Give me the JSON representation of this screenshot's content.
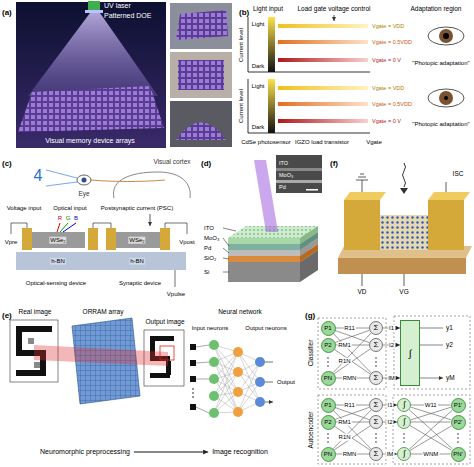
{
  "diagram": {
    "nodes": [
      {
        "text": [
          "(a)"
        ]
      },
      {
        "text": [
          "(b)"
        ]
      },
      {
        "text": [
          "(c)"
        ]
      },
      {
        "text": [
          "(d)"
        ]
      },
      {
        "text": [
          "(e)"
        ]
      },
      {
        "text": [
          "(f)"
        ]
      },
      {
        "text": [
          "(g)"
        ]
      },
      {
        "text": [
          "Neuromorphic preprocessing"
        ],
        "in": 4
      },
      {
        "text": [
          "Image recognition"
        ],
        "in": 4
      },
      {
        "text": [
          "P1"
        ],
        "in": 6
      },
      {
        "text": [
          "P2"
        ],
        "in": 6
      },
      {
        "text": [
          "PN"
        ],
        "in": 6
      },
      {
        "text": [
          "Σ"
        ],
        "in": 6
      },
      {
        "text": [
          "Σ"
        ],
        "in": 6
      },
      {
        "text": [
          "Σ"
        ],
        "in": 6
      },
      {
        "text": [
          "∫"
        ],
        "in": 6
      },
      {
        "text": [
          "P1"
        ],
        "in": 6
      },
      {
        "text": [
          "P2"
        ],
        "in": 6
      },
      {
        "text": [
          "PN"
        ],
        "in": 6
      },
      {
        "text": [
          "Σ"
        ],
        "in": 6
      },
      {
        "text": [
          "Σ"
        ],
        "in": 6
      },
      {
        "text": [
          "Σ"
        ],
        "in": 6
      },
      {
        "text": [
          "∫"
        ],
        "in": 6
      },
      {
        "text": [
          "∫"
        ],
        "in": 6
      },
      {
        "text": [
          "∫"
        ],
        "in": 6
      },
      {
        "text": [
          "P1′"
        ],
        "in": 6
      },
      {
        "text": [
          "P2′"
        ],
        "in": 6
      },
      {
        "text": [
          "PN′"
        ],
        "in": 6
      }
    ],
    "edges": [
      {
        "from": 7,
        "to": 8,
        "arrow": "to"
      },
      {
        "from": 9,
        "to": 12,
        "label": "R11",
        "arrow": "none"
      },
      {
        "from": 9,
        "to": 13,
        "arrow": "none"
      },
      {
        "from": 9,
        "to": 14,
        "label": "RM1",
        "arrow": "none"
      },
      {
        "from": 10,
        "to": 12,
        "arrow": "none"
      },
      {
        "from": 10,
        "to": 13,
        "arrow": "none"
      },
      {
        "from": 10,
        "to": 14,
        "arrow": "none"
      },
      {
        "from": 11,
        "to": 12,
        "label": "R1N",
        "arrow": "none"
      },
      {
        "from": 11,
        "to": 13,
        "arrow": "none"
      },
      {
        "from": 11,
        "to": 14,
        "label": "RMN",
        "arrow": "none"
      },
      {
        "from": 12,
        "to": 15,
        "label": "I1",
        "arrow": "to"
      },
      {
        "from": 13,
        "to": 15,
        "label": "I2",
        "arrow": "to"
      },
      {
        "from": 14,
        "to": 15,
        "label": "IM",
        "arrow": "to"
      },
      {
        "from": 16,
        "to": 19,
        "label": "R11",
        "arrow": "none"
      },
      {
        "from": 16,
        "to": 20,
        "arrow": "none"
      },
      {
        "from": 16,
        "to": 21,
        "label": "RM1",
        "arrow": "none"
      },
      {
        "from": 17,
        "to": 19,
        "arrow": "none"
      },
      {
        "from": 17,
        "to": 20,
        "arrow": "none"
      },
      {
        "from": 17,
        "to": 21,
        "arrow": "none"
      },
      {
        "from": 18,
        "to": 19,
        "label": "R1N",
        "arrow": "none"
      },
      {
        "from": 18,
        "to": 20,
        "arrow": "none"
      },
      {
        "from": 18,
        "to": 21,
        "label": "RMN",
        "arrow": "none"
      },
      {
        "from": 19,
        "to": 22,
        "label": "I1",
        "arrow": "to"
      },
      {
        "from": 20,
        "to": 23,
        "label": "I2",
        "arrow": "to"
      },
      {
        "from": 21,
        "to": 24,
        "label": "IM",
        "arrow": "to"
      },
      {
        "from": 22,
        "to": 25,
        "label": "W11",
        "arrow": "none"
      },
      {
        "from": 22,
        "to": 26,
        "arrow": "none"
      },
      {
        "from": 22,
        "to": 27,
        "arrow": "none"
      },
      {
        "from": 23,
        "to": 25,
        "arrow": "none"
      },
      {
        "from": 23,
        "to": 26,
        "arrow": "none"
      },
      {
        "from": 23,
        "to": 27,
        "arrow": "none"
      },
      {
        "from": 24,
        "to": 25,
        "arrow": "none"
      },
      {
        "from": 24,
        "to": 26,
        "arrow": "none"
      },
      {
        "from": 24,
        "to": 27,
        "label": "WNM",
        "arrow": "none"
      }
    ],
    "labels": [
      "UV laser",
      "Patterned DOE",
      "Visual memory device arrays",
      "Light input",
      "Load gate voltage control",
      "Adaptation region",
      "Current level",
      "Light",
      "Dark",
      "Current level",
      "Light",
      "Dark",
      "Vgate = VDD",
      "Vgate = 0.5VDD",
      "Vgate = 0 V",
      "\"Photopic adaptation\"",
      "Vgate = VDD",
      "Vgate = 0.5VDD",
      "Vgate = 0 V",
      "\"Photopic adaptation\"",
      "CdSe photosensor",
      "IGZO load transistor",
      "Vgate",
      "4",
      "Eye",
      "Visual cortex",
      "Voltage input",
      "Optical input",
      "R",
      "G",
      "B",
      "Postsynaptic current (PSC)",
      "Vpre",
      "Vpost",
      "WSe₂",
      "h-BN",
      "WSe₂",
      "h-BN",
      "Optical-sensing device",
      "Synaptic device",
      "Vpulse",
      "ITO",
      "MoO₃",
      "Pd",
      "SiO₂",
      "Si",
      "ITO",
      "MoO₃",
      "Pd",
      "ISC",
      "VD",
      "VG",
      "Real image",
      "ORRAM array",
      "Output image",
      "Neural network",
      "Input neurons",
      "Output neurons",
      "Output",
      "Classifier",
      "Autoencoder",
      "y1",
      "y2",
      "yM"
    ]
  }
}
